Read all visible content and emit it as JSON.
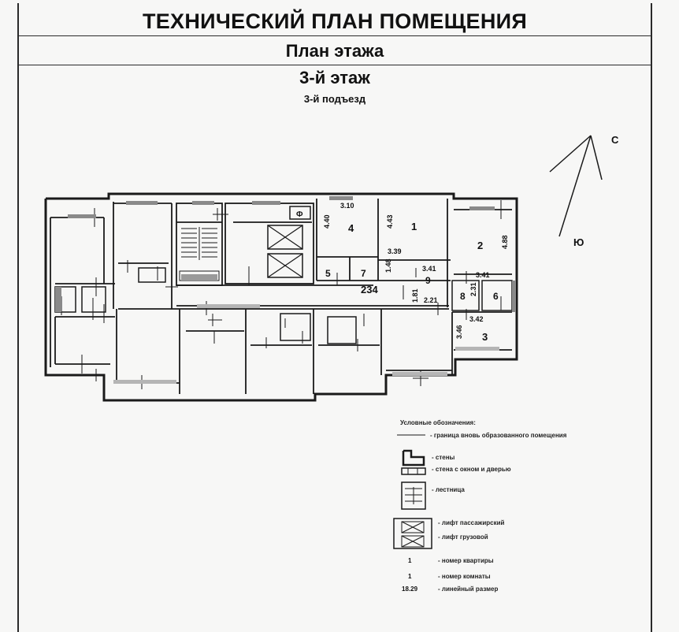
{
  "header": {
    "title": "ТЕХНИЧЕСКИЙ ПЛАН ПОМЕЩЕНИЯ",
    "subtitle": "План этажа",
    "floor": "3-й этаж",
    "entrance": "3-й подъезд"
  },
  "compass": {
    "north": "С",
    "south": "Ю"
  },
  "rooms": {
    "corridor": "234",
    "r1": "1",
    "r2": "2",
    "r3": "3",
    "r4": "4",
    "r5": "5",
    "r6": "6",
    "r7": "7",
    "r8": "8",
    "r9": "9",
    "elevator_room": "Ф"
  },
  "dimensions": {
    "d_310": "3.10",
    "d_440": "4.40",
    "d_443": "4.43",
    "d_339": "3.39",
    "d_148": "1.48",
    "d_341a": "3.41",
    "d_488": "4.88",
    "d_341b": "3.41",
    "d_181": "1.81",
    "d_221": "2.21",
    "d_231": "2.31",
    "d_342": "3.42",
    "d_346": "3.46"
  },
  "legend": {
    "title": "Условные обозначения:",
    "items": [
      "граница вновь образованного помещения",
      "стены",
      "стена с окном и дверью",
      "лестница",
      "лифт пассажирский",
      "лифт грузовой",
      "номер квартиры",
      "номер комнаты",
      "линейный размер"
    ],
    "samples": [
      "1",
      "1",
      "18.29"
    ]
  },
  "colors": {
    "ink": "#1a1a1a",
    "paper": "#f7f7f6",
    "window_gray": "#8a8a8a"
  }
}
